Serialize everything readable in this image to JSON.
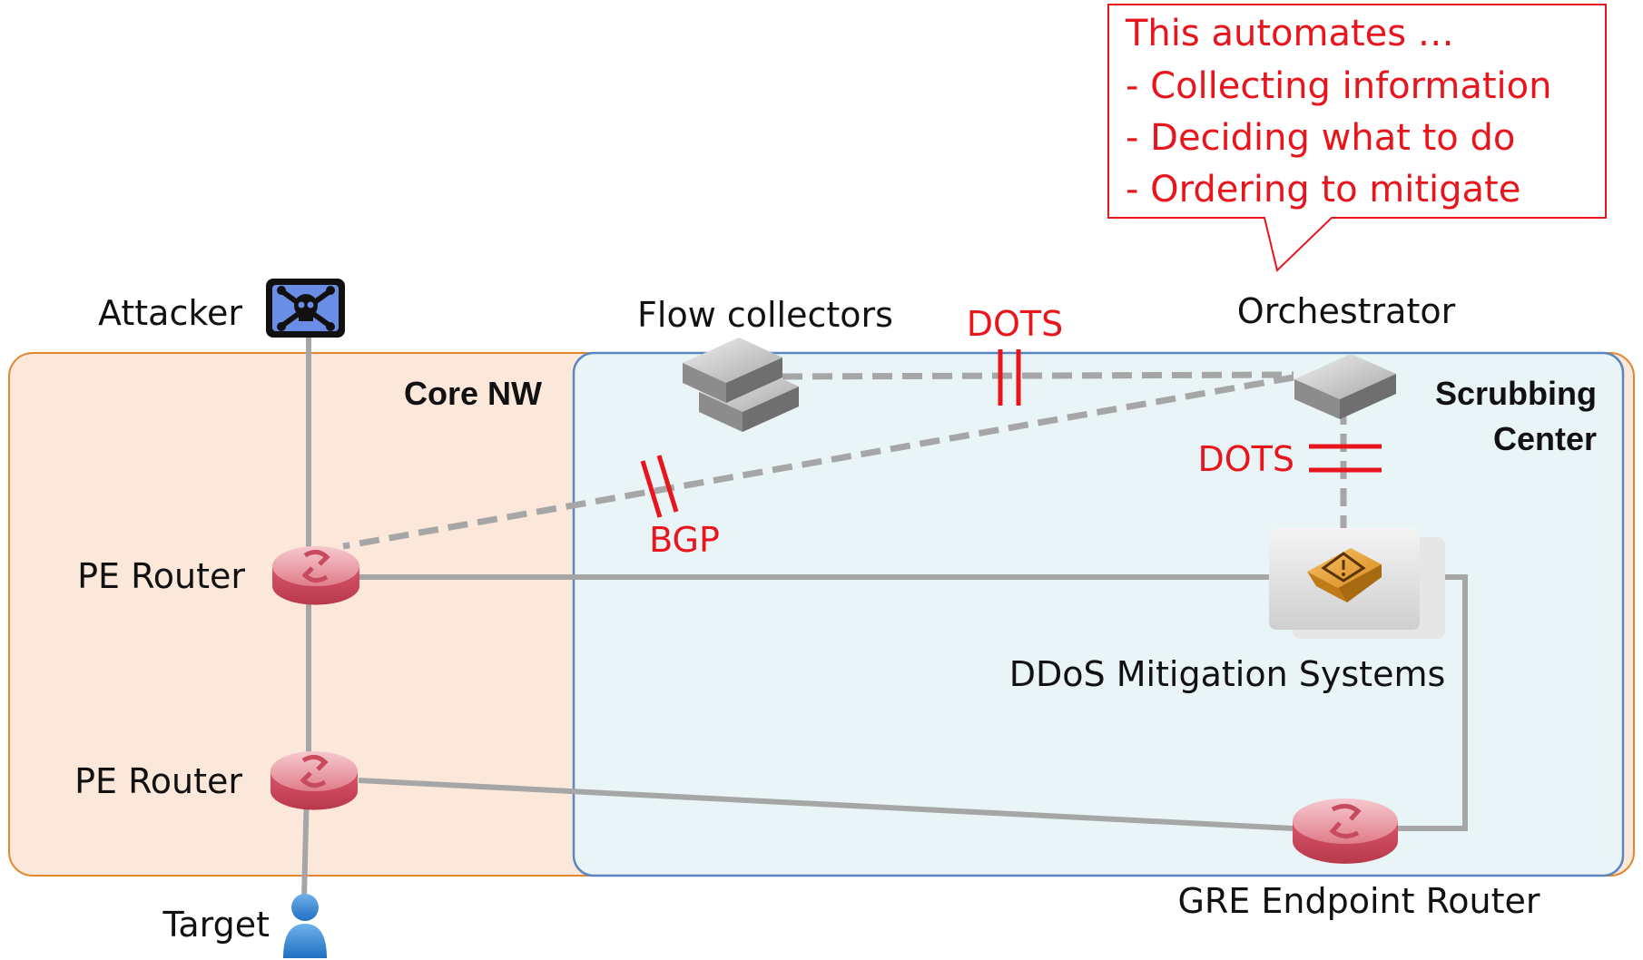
{
  "zones": {
    "core": "Core NW",
    "scrubbing_line1": "Scrubbing",
    "scrubbing_line2": "Center"
  },
  "nodes": {
    "attacker": "Attacker",
    "flow_collectors": "Flow collectors",
    "orchestrator": "Orchestrator",
    "pe_router_1": "PE Router",
    "pe_router_2": "PE Router",
    "ddos_mitigation": "DDoS Mitigation Systems",
    "gre_endpoint": "GRE Endpoint Router",
    "target": "Target"
  },
  "links": {
    "dots_top": "DOTS",
    "dots_right": "DOTS",
    "bgp": "BGP"
  },
  "callout": {
    "title": "This automates …",
    "items": [
      "- Collecting information",
      "- Deciding what to do",
      "- Ordering to mitigate"
    ]
  },
  "colors": {
    "core_fill": "#fce8da",
    "core_border": "#e3872f",
    "scrub_fill": "#e8f4f6",
    "scrub_border": "#5b86c2",
    "accent_red": "#e8151c",
    "link_gray": "#a6a6a6"
  }
}
